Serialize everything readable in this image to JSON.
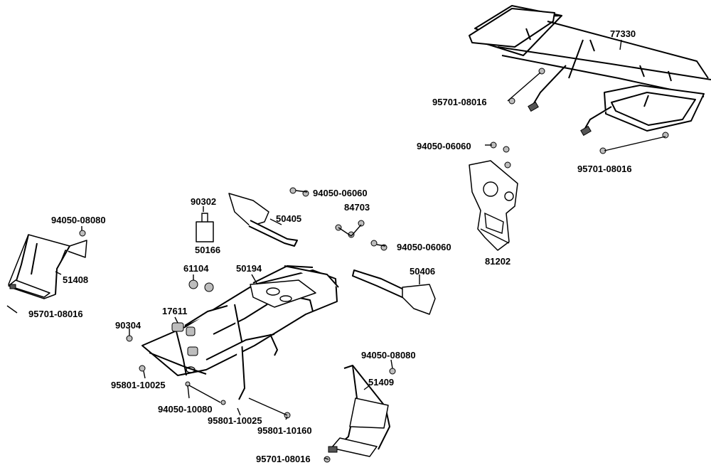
{
  "diagram": {
    "line_color": "#000000",
    "background": "#ffffff",
    "labels": {
      "p77330": "77330",
      "p95701_a": "95701-08016",
      "p94050_a": "94050-06060",
      "p95701_b": "95701-08016",
      "p94050_b": "94050-06060",
      "p84703": "84703",
      "p94050_c": "94050-06060",
      "p90302": "90302",
      "p50405": "50405",
      "p50166": "50166",
      "p81202": "81202",
      "p94050_d": "94050-08080",
      "p51408": "51408",
      "p95701_c": "95701-08016",
      "p61104": "61104",
      "p50194": "50194",
      "p50406": "50406",
      "p17611": "17611",
      "p90304": "90304",
      "p94050_e": "94050-08080",
      "p95801_a": "95801-10025",
      "p51409": "51409",
      "p94050_f": "94050-10080",
      "p95801_b": "95801-10025",
      "p95801_c": "95801-10160",
      "p95701_d": "95701-08016"
    }
  }
}
